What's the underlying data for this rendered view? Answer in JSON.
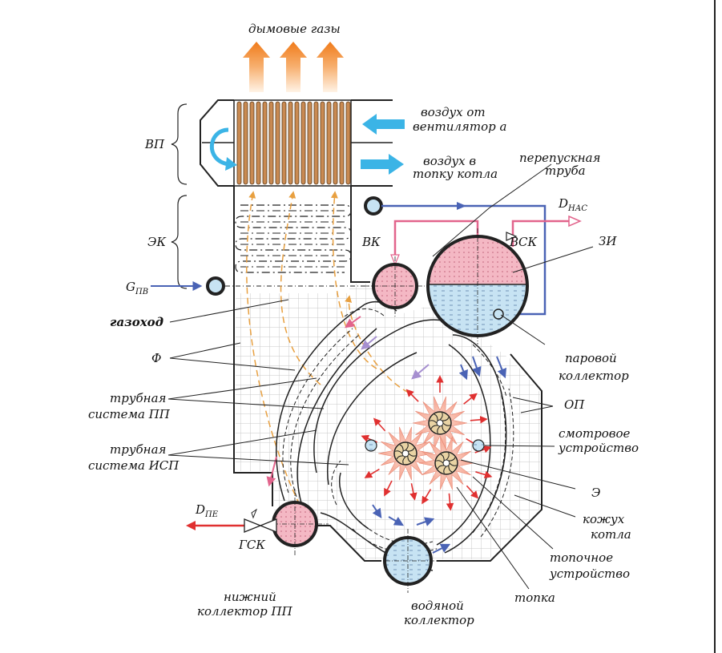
{
  "labels": {
    "smoke_gases": "дымовые  газы",
    "air_from_fan_1": "воздух  от",
    "air_from_fan_2": "вентилятор а",
    "air_to_furnace_1": "воздух  в",
    "air_to_furnace_2": "топку  котла",
    "vp": "ВП",
    "ek": "ЭК",
    "gpv_main": "G",
    "gpv_sub": "ПВ",
    "bypass_1": "перепускная",
    "bypass_2": "труба",
    "dnas_main": "D",
    "dnas_sub": "НАС",
    "vk": "ВК",
    "vsk": "ВСК",
    "zi": "ЗИ",
    "gas_duct": "газоход",
    "f": "Ф",
    "pp_1": "трубная",
    "pp_2": "система  ПП",
    "isp_1": "трубная",
    "isp_2": "система  ИСП",
    "steam_collector_1": "паровой",
    "steam_collector_2": "коллектор",
    "op": "ОП",
    "viewing_1": "смотровое",
    "viewing_2": "устройство",
    "e": "Э",
    "casing_1": "кожух",
    "casing_2": "котла",
    "burner_1": "топочное",
    "burner_2": "устройство",
    "furnace": "топка",
    "dpe_main": "D",
    "dpe_sub": "ПЕ",
    "gsk": "ГСК",
    "lower_pp_1": "нижний",
    "lower_pp_2": "коллектор  ПП",
    "water_collector_1": "водяной",
    "water_collector_2": "коллектор"
  },
  "colors": {
    "air": "#3bb4e6",
    "smoke": "#f07b1a",
    "steam_line": "#e2648c",
    "water_line": "#4a63b5",
    "drum_pink": "#f4b8c4",
    "drum_blue": "#c7e3f3",
    "flame": "#f6b7a8",
    "arrow_red": "#e03030",
    "dashed_orange": "#e8a040",
    "heater_brown": "#c98a52"
  }
}
